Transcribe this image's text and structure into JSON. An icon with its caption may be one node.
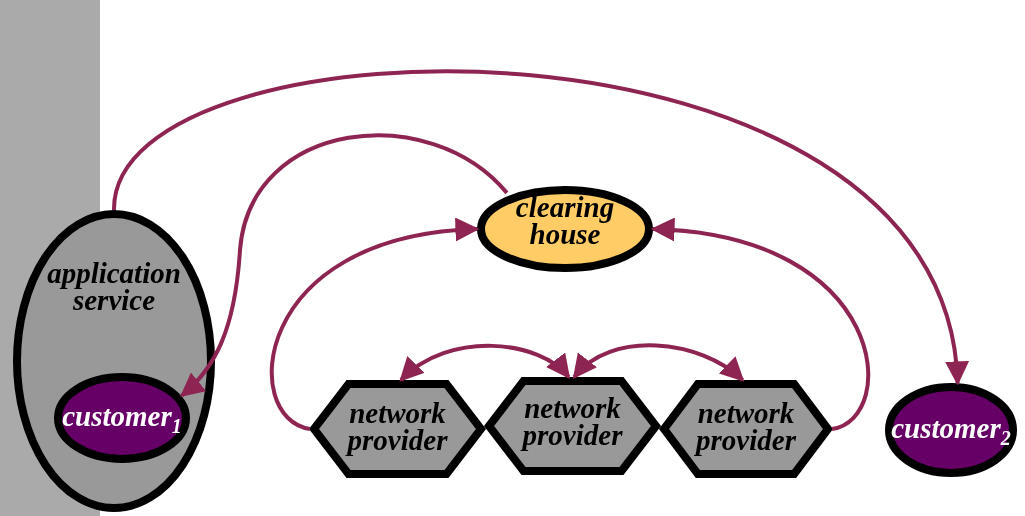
{
  "diagram": {
    "nodes": [
      {
        "text": [
          "application service"
        ]
      },
      {
        "text": [
          "customer$_{1}$"
        ],
        "in": 0
      },
      {
        "text": [
          "clearing house"
        ]
      },
      {
        "text": [
          "network provider"
        ]
      },
      {
        "text": [
          "network provider"
        ]
      },
      {
        "text": [
          "network provider"
        ]
      },
      {
        "text": [
          "customer$_{2}$"
        ]
      },
      {
        "text": [],
        "shape": "bar"
      }
    ],
    "edges": [
      {
        "from": 0,
        "to": 6,
        "arrow": "to"
      },
      {
        "from": 2,
        "to": 1,
        "arrow": "to"
      },
      {
        "from": 3,
        "to": 2,
        "arrow": "to"
      },
      {
        "from": 5,
        "to": 2,
        "arrow": "to"
      },
      {
        "from": 3,
        "to": 4,
        "arrow": "both"
      },
      {
        "from": 4,
        "to": 5,
        "arrow": "both"
      }
    ]
  }
}
